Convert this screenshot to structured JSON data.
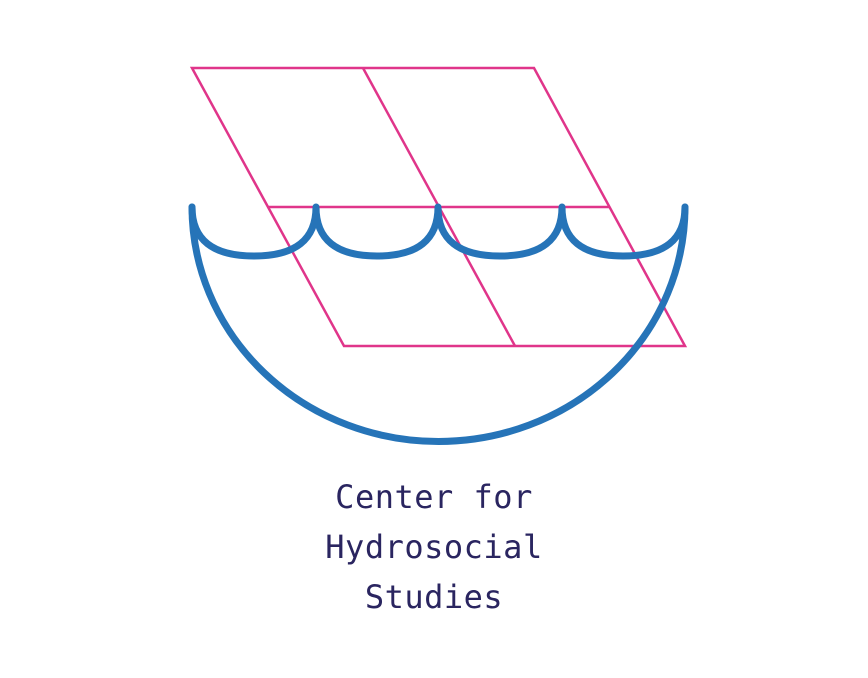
{
  "logo": {
    "name_lines": [
      "Center for",
      "Hydrosocial",
      "Studies"
    ],
    "colors": {
      "grid": "#e0358a",
      "wave": "#2674b8",
      "text": "#2a2560"
    }
  }
}
